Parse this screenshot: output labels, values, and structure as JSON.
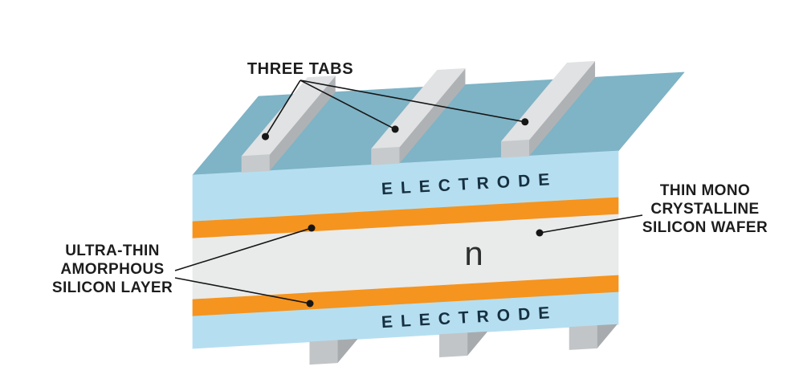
{
  "colors": {
    "background": "#ffffff",
    "top_face": "#7fb3c6",
    "electrode_blue": "#b5dff1",
    "amorphous_orange": "#f5941f",
    "wafer_gray": "#e9eaea",
    "tab_top": "#e0e2e3",
    "tab_front": "#c7cacc",
    "tab_side": "#afb2b4",
    "bottom_tab_front": "#c2c5c7",
    "bottom_tab_side": "#a8abad",
    "leader": "#161616",
    "label_text": "#1d1d1d",
    "electrode_text": "#163040",
    "wafer_text": "#2e2e2e"
  },
  "labels": {
    "three_tabs": "THREE TABS",
    "right": [
      "THIN MONO",
      "CRYSTALLINE",
      "SILICON WAFER"
    ],
    "left": [
      "ULTRA-THIN",
      "AMORPHOUS",
      "SILICON LAYER"
    ],
    "electrode_top": "ELECTRODE",
    "electrode_bottom": "ELECTRODE",
    "wafer_symbol": "n"
  }
}
